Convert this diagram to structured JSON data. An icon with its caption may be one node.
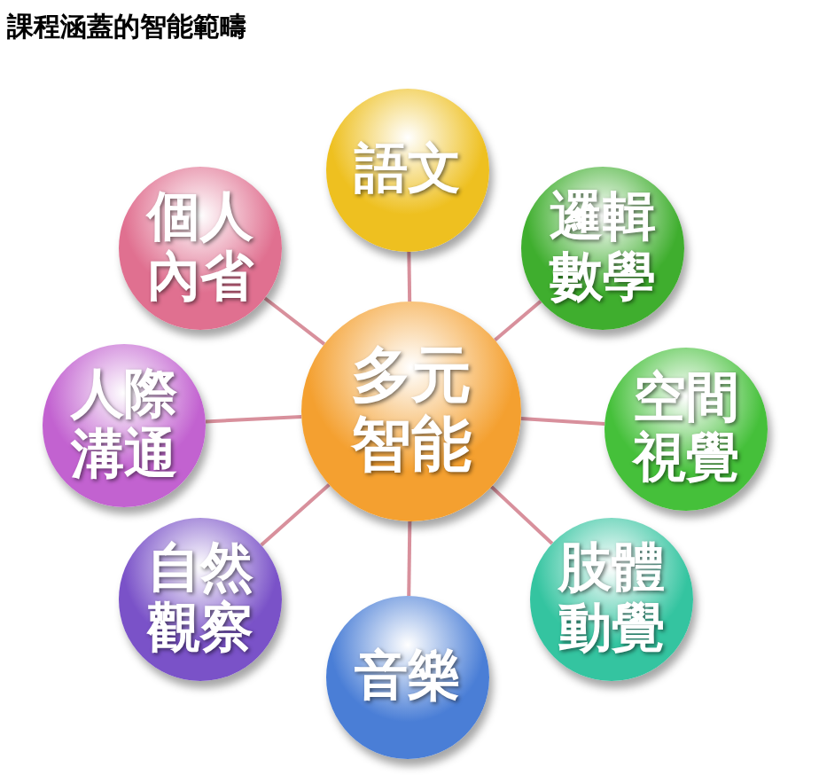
{
  "diagram": {
    "title": "課程涵蓋的智能範疇",
    "nodes": [
      {
        "text": [
          "多元智能"
        ]
      },
      {
        "text": [
          "語文"
        ]
      },
      {
        "text": [
          "邏輯數學"
        ]
      },
      {
        "text": [
          "空間視覺"
        ]
      },
      {
        "text": [
          "肢體動覺"
        ]
      },
      {
        "text": [
          "音樂"
        ]
      },
      {
        "text": [
          "自然觀察"
        ]
      },
      {
        "text": [
          "人際溝通"
        ]
      },
      {
        "text": [
          "個人內省"
        ]
      }
    ],
    "edges": [
      {
        "from": 0,
        "to": 1,
        "arrow": "none"
      },
      {
        "from": 0,
        "to": 2,
        "arrow": "none"
      },
      {
        "from": 0,
        "to": 3,
        "arrow": "none"
      },
      {
        "from": 0,
        "to": 4,
        "arrow": "none"
      },
      {
        "from": 0,
        "to": 5,
        "arrow": "none"
      },
      {
        "from": 0,
        "to": 6,
        "arrow": "none"
      },
      {
        "from": 0,
        "to": 7,
        "arrow": "none"
      },
      {
        "from": 0,
        "to": 8,
        "arrow": "none"
      }
    ]
  }
}
